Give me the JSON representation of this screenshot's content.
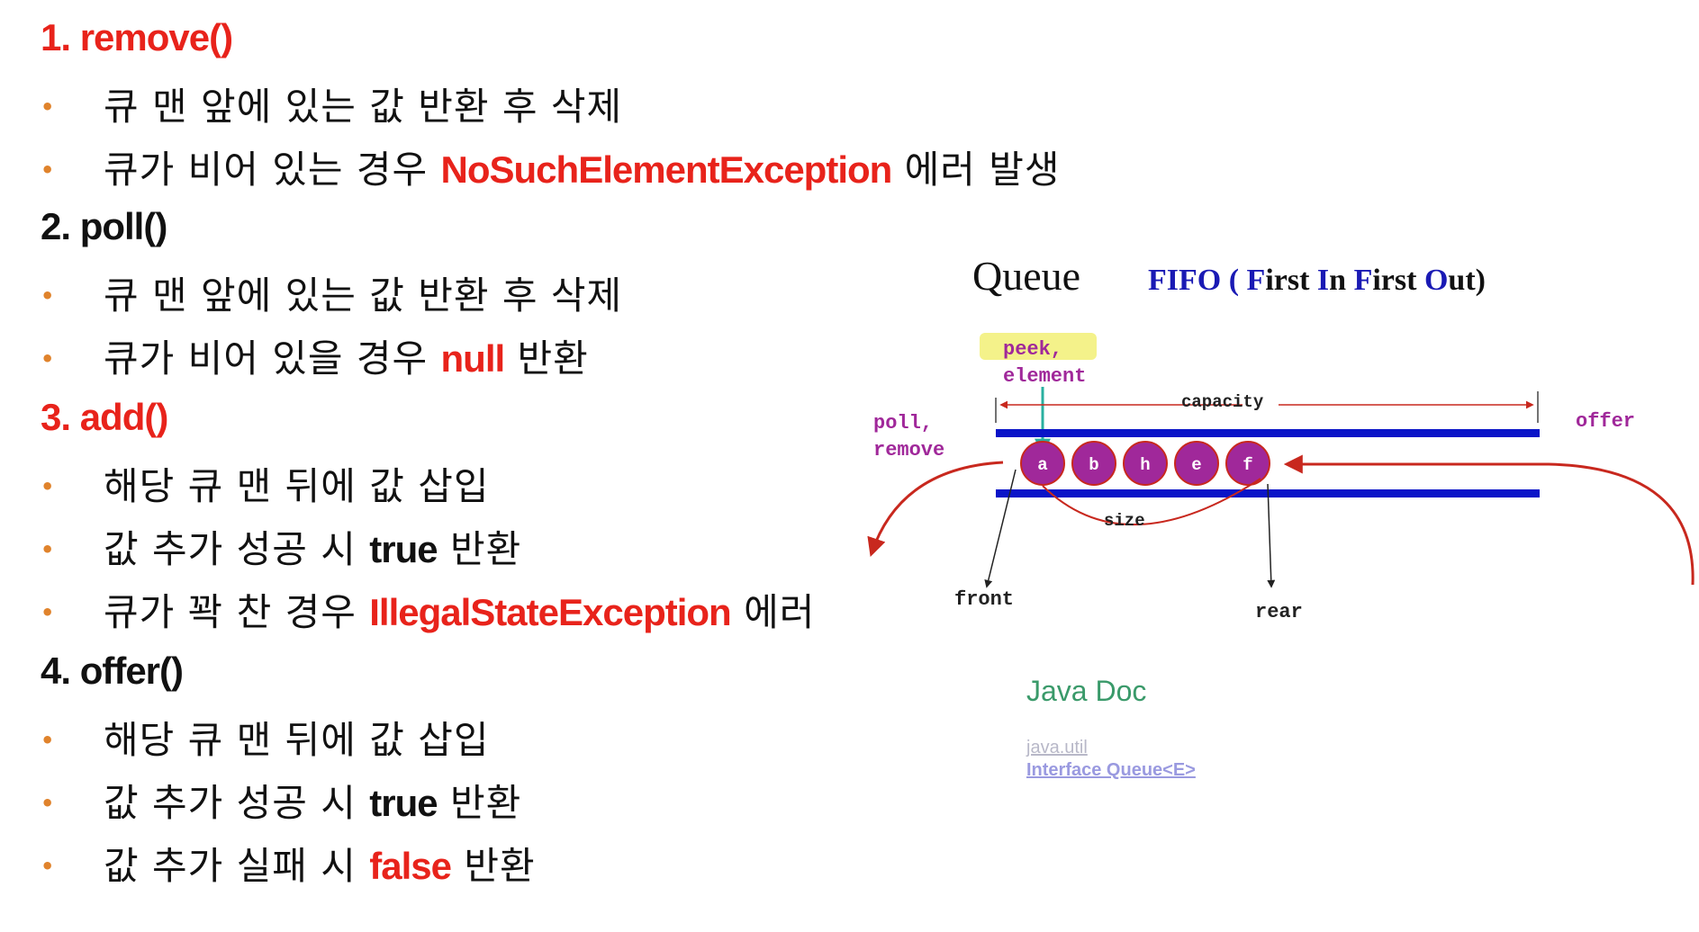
{
  "sections": [
    {
      "heading": "1. remove()",
      "heading_color": "red",
      "bullets": [
        {
          "parts": [
            {
              "t": "큐 맨 앞에 있는 값 반환 후 삭제",
              "s": "plain"
            }
          ]
        },
        {
          "parts": [
            {
              "t": "큐가 비어 있는 경우 ",
              "s": "plain"
            },
            {
              "t": "NoSuchElementException",
              "s": "red"
            },
            {
              "t": " 에러 발생",
              "s": "plain"
            }
          ]
        }
      ]
    },
    {
      "heading": "2. poll()",
      "heading_color": "black",
      "bullets": [
        {
          "parts": [
            {
              "t": "큐 맨 앞에 있는 값 반환 후 삭제",
              "s": "plain"
            }
          ]
        },
        {
          "parts": [
            {
              "t": "큐가 비어 있을 경우 ",
              "s": "plain"
            },
            {
              "t": "null",
              "s": "red"
            },
            {
              "t": " 반환",
              "s": "plain"
            }
          ]
        }
      ]
    },
    {
      "heading": "3. add()",
      "heading_color": "red",
      "bullets": [
        {
          "parts": [
            {
              "t": "해당 큐 맨 뒤에 값 삽입",
              "s": "plain"
            }
          ]
        },
        {
          "parts": [
            {
              "t": "값 추가 성공 시 ",
              "s": "plain"
            },
            {
              "t": "true",
              "s": "black"
            },
            {
              "t": " 반환",
              "s": "plain"
            }
          ]
        },
        {
          "parts": [
            {
              "t": "큐가 꽉 찬 경우 ",
              "s": "plain"
            },
            {
              "t": "IllegalStateException",
              "s": "red"
            },
            {
              "t": " 에러",
              "s": "plain"
            }
          ]
        }
      ]
    },
    {
      "heading": "4. offer()",
      "heading_color": "black",
      "bullets": [
        {
          "parts": [
            {
              "t": "해당 큐 맨 뒤에 값 삽입",
              "s": "plain"
            }
          ]
        },
        {
          "parts": [
            {
              "t": "값 추가 성공 시 ",
              "s": "plain"
            },
            {
              "t": "true",
              "s": "black"
            },
            {
              "t": " 반환",
              "s": "plain"
            }
          ]
        },
        {
          "parts": [
            {
              "t": "값 추가 실패 시 ",
              "s": "plain"
            },
            {
              "t": "false",
              "s": "red"
            },
            {
              "t": " 반환",
              "s": "plain"
            }
          ]
        }
      ]
    }
  ],
  "bullet_glyph": "•",
  "diagram": {
    "title": "Queue",
    "fifo": {
      "prefix": "FIFO (",
      "w1_initial": "F",
      "w1_rest": "irst ",
      "w2_initial": "I",
      "w2_rest": "n ",
      "w3_initial": "F",
      "w3_rest": "irst ",
      "w4_initial": "O",
      "w4_rest": "ut",
      "suffix": ")"
    },
    "peek_label": "peek,",
    "element_label": "element",
    "capacity_label": "capacity",
    "poll_label": "poll,",
    "remove_label": "remove",
    "offer_label": "offer",
    "items": [
      "a",
      "b",
      "h",
      "e",
      "f"
    ],
    "size_label": "size",
    "front_label": "front",
    "rear_label": "rear",
    "javadoc_title": "Java Doc",
    "package_link": "java.util",
    "interface_link": "Interface Queue<E>"
  },
  "colors": {
    "red": "#e8231b",
    "bullet": "#e0832c",
    "queue_bar": "#0a14c8",
    "node_fill": "#a0289a",
    "label_purple": "#a0289a",
    "highlight": "#f4f28a",
    "fifo_blue": "#1a1ab4",
    "arrow_red": "#c8281e",
    "peek_arrow": "#2ab0a0"
  }
}
